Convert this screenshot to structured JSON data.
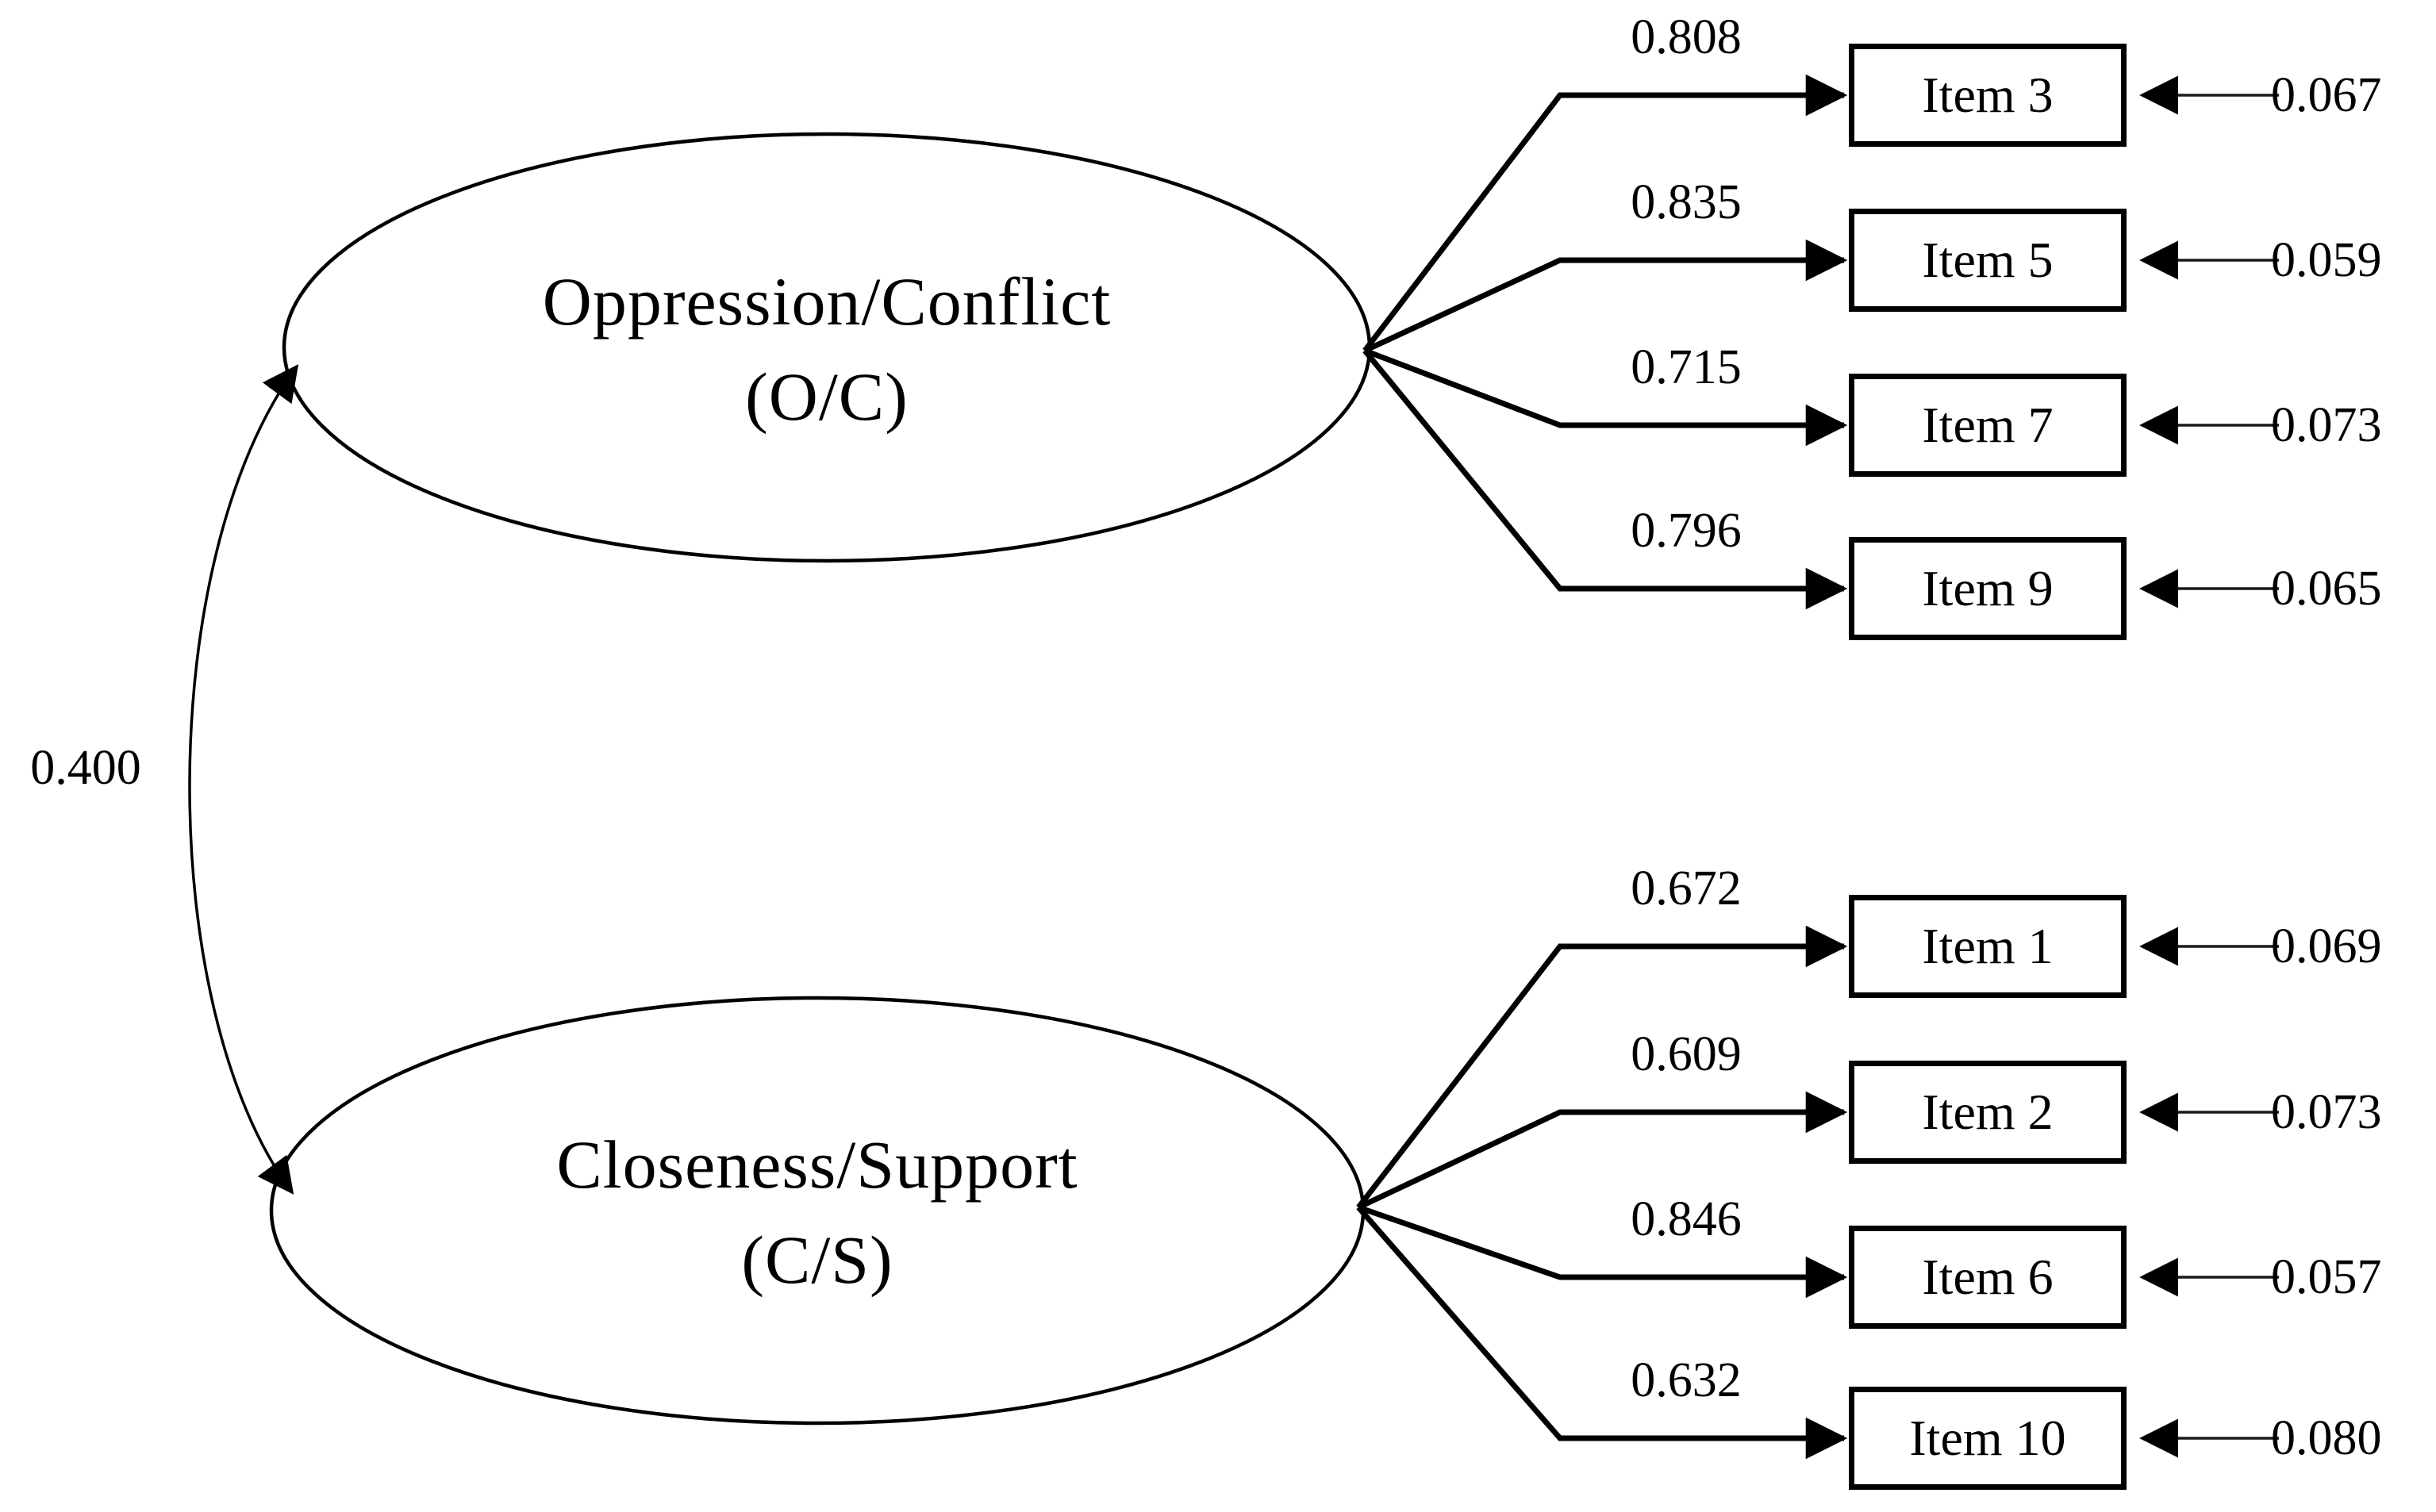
{
  "figure": {
    "type": "confirmatory-factor-analysis-path-diagram",
    "correlation": "0.400",
    "factors": [
      {
        "name": "Oppression/Conflict",
        "abbr": "(O/C)",
        "items": [
          {
            "label": "Item 3",
            "loading": "0.808",
            "error": "0.067"
          },
          {
            "label": "Item 5",
            "loading": "0.835",
            "error": "0.059"
          },
          {
            "label": "Item 7",
            "loading": "0.715",
            "error": "0.073"
          },
          {
            "label": "Item 9",
            "loading": "0.796",
            "error": "0.065"
          }
        ]
      },
      {
        "name": "Closeness/Support",
        "abbr": "(C/S)",
        "items": [
          {
            "label": "Item 1",
            "loading": "0.672",
            "error": "0.069"
          },
          {
            "label": "Item 2",
            "loading": "0.609",
            "error": "0.073"
          },
          {
            "label": "Item 6",
            "loading": "0.846",
            "error": "0.057"
          },
          {
            "label": "Item 10",
            "loading": "0.632",
            "error": "0.080"
          }
        ]
      }
    ],
    "colors": {
      "line": "#000000",
      "background": "#ffffff"
    }
  }
}
